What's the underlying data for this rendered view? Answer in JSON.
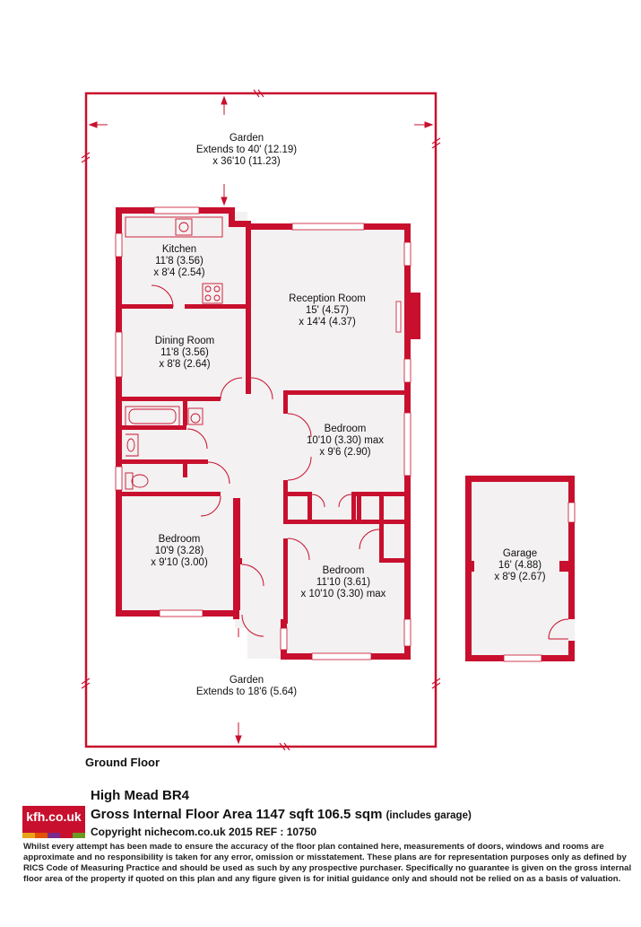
{
  "plan": {
    "garden_top": {
      "name": "Garden",
      "line1": "Extends to 40' (12.19)",
      "line2": "x 36'10 (11.23)"
    },
    "garden_bottom": {
      "name": "Garden",
      "line1": "Extends to 18'6 (5.64)"
    },
    "rooms": {
      "kitchen": {
        "name": "Kitchen",
        "dim1": "11'8 (3.56)",
        "dim2": "x 8'4 (2.54)"
      },
      "dining": {
        "name": "Dining Room",
        "dim1": "11'8 (3.56)",
        "dim2": "x 8'8 (2.64)"
      },
      "reception": {
        "name": "Reception Room",
        "dim1": "15' (4.57)",
        "dim2": "x 14'4 (4.37)"
      },
      "bedroom_right": {
        "name": "Bedroom",
        "dim1": "10'10 (3.30) max",
        "dim2": "x 9'6 (2.90)"
      },
      "bedroom_left": {
        "name": "Bedroom",
        "dim1": "10'9 (3.28)",
        "dim2": "x 9'10 (3.00)"
      },
      "bedroom_bottom": {
        "name": "Bedroom",
        "dim1": "11'10 (3.61)",
        "dim2": "x 10'10 (3.30) max"
      },
      "garage": {
        "name": "Garage",
        "dim1": "16' (4.88)",
        "dim2": "x 8'9 (2.67)"
      }
    },
    "floor_label": "Ground Floor",
    "wall_color": "#c8102e",
    "floor_fill": "#f3f1f1"
  },
  "footer": {
    "title": "High Mead  BR4",
    "area": "Gross Internal Floor Area 1147 sqft 106.5 sqm",
    "area_note": "(includes garage)",
    "copyright": "Copyright nichecom.co.uk 2015 REF : 10750",
    "logo_text": "kfh.co.uk",
    "logo_bar_colors": [
      "#e8a317",
      "#e35205",
      "#7a2a8c",
      "#c8102e",
      "#6a9a1f"
    ],
    "disclaimer": "Whilst every attempt has been made to ensure the accuracy of the floor plan contained here, measurements of doors, windows and rooms are approximate and no responsibility is taken for any error, omission or misstatement.  These plans are for representation purposes only as defined by RICS Code of Measuring Practice and should be used as such by any prospective purchaser.  Specifically no guarantee is given on the gross internal floor area of the property if quoted on this plan and any figure given is for initial guidance only and should not be relied on as a basis of valuation."
  }
}
